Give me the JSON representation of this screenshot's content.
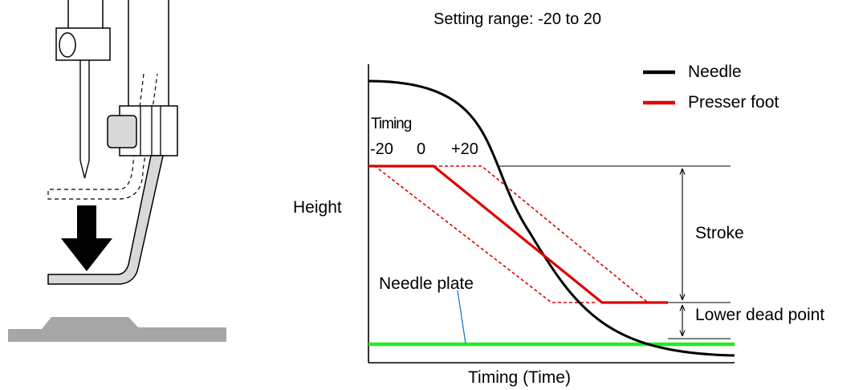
{
  "diagram": {
    "setting_range": "Setting range: -20 to 20",
    "legend": {
      "needle": "Needle",
      "presser_foot": "Presser foot"
    },
    "timing_label": "Timing",
    "timing_values": [
      "-20",
      "0",
      "+20"
    ],
    "y_axis_label": "Height",
    "x_axis_label": "Timing (Time)",
    "stroke_label": "Stroke",
    "lower_dead_point_label": "Lower dead point",
    "needle_plate_label": "Needle plate",
    "colors": {
      "needle": "#000000",
      "presser_foot": "#e00000",
      "needle_plate": "#22ee22",
      "plate_body": "#a6a6a6",
      "leader": "#1e78c8",
      "part_fill": "#d9d9d9"
    }
  }
}
